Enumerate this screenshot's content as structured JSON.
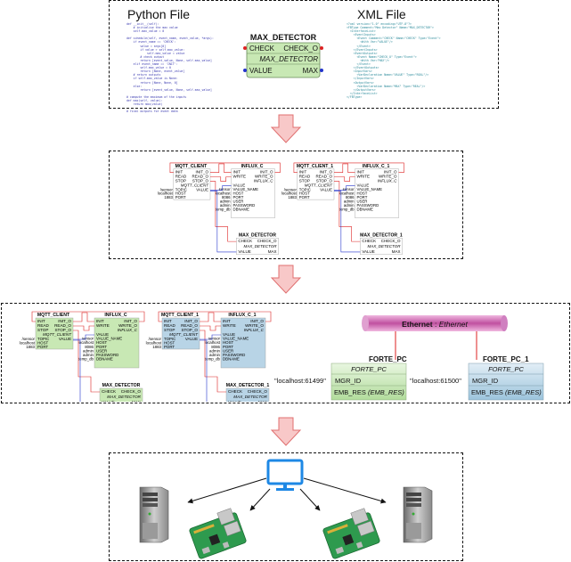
{
  "panel1": {
    "python_title": "Python File",
    "xml_title": "XML File",
    "python_code": [
      "def __init__(self):",
      "    # initialise the max value",
      "    self.max_value = 0",
      "",
      "def schedule(self, event_name, event_value, *args):",
      "    if event_name == 'CHECK':",
      "        value = args[0]",
      "        if value > self.max_value:",
      "            self.max_value = value",
      "        # check output",
      "        return [event_value, None, self.max_value]",
      "    elif event_name == 'INIT':",
      "        self.max_value = 0",
      "        return [None, event_value]",
      "    # return outputs",
      "    if self.max_value is None:",
      "        return [None, None, 0]",
      "    else:",
      "        return [event_value, None, self.max_value]",
      "",
      "# compute the maximum of the inputs",
      "def max(self, value):",
      "    return max(value)",
      "",
      "# final outputs for event data"
    ],
    "xml_code": [
      "<?xml version=\"1.0\" encoding=\"UTF-8\"?>",
      "<FBType Comment=\"Max Detector\" Name=\"MAX_DETECTOR\">",
      "  <InterfaceList>",
      "    <EventInputs>",
      "      <Event Comment=\"CHECK\" Name=\"CHECK\" Type=\"Event\">",
      "        <With Var=\"VALUE\"/>",
      "      </Event>",
      "    </EventInputs>",
      "    <EventOutputs>",
      "      <Event Name=\"CHECK_O\" Type=\"Event\">",
      "        <With Var=\"MAX\"/>",
      "      </Event>",
      "    </EventOutputs>",
      "    <InputVars>",
      "      <VarDeclaration Name=\"VALUE\" Type=\"REAL\"/>",
      "    </InputVars>",
      "    <OutputVars>",
      "      <VarDeclaration Name=\"MAX\" Type=\"REAL\"/>",
      "    </OutputVars>",
      "  </InterfaceList>",
      "</FBType>"
    ],
    "fb": {
      "name": "MAX_DETECTOR",
      "in_event": "CHECK",
      "out_event": "CHECK_O",
      "type_label": "MAX_DETECTOR",
      "in_var": "VALUE",
      "out_var": "MAX"
    }
  },
  "app": {
    "mqtt_client": "MQTT_CLIENT",
    "mqtt_client_1": "MQTT_CLIENT_1",
    "influx_c": "INFLUX_C",
    "influx_c_1": "INFLUX_C_1",
    "max_detector": "MAX_DETECTOR",
    "max_detector_1": "MAX_DETECTOR_1",
    "mqtt_ev_in": [
      "INIT",
      "READ",
      "STOP"
    ],
    "mqtt_ev_out": [
      "INIT_O",
      "READ_O",
      "STOP_O"
    ],
    "mqtt_type": "MQTT_CLIENT",
    "mqtt_var_in": [
      "TOPIC",
      "HOST",
      "PORT"
    ],
    "mqtt_var_out": "VALUE",
    "mqtt_vals": [
      "/sensor",
      "localhost",
      "1883"
    ],
    "influx_ev_in": [
      "INIT",
      "WRITE"
    ],
    "influx_ev_out": [
      "INIT_O",
      "WRITE_O"
    ],
    "influx_type": "INFLUX_C",
    "influx_var_in": [
      "VALUE",
      "VALUE_NAME",
      "HOST",
      "PORT",
      "USER",
      "PASSWORD",
      "DBNAME"
    ],
    "influx_vals": [
      "sensor",
      "localhost",
      "8086",
      "admin",
      "admin",
      "temp_db"
    ],
    "md_ev_in": "CHECK",
    "md_ev_out": "CHECK_O",
    "md_type": "MAX_DETECTOR",
    "md_var_in": "VALUE",
    "md_var_out": "MAX"
  },
  "system": {
    "network_name": "Ethernet",
    "network_type": "Ethernet",
    "devices": [
      {
        "name": "FORTE_PC",
        "type": "FORTE_PC",
        "mgr_label": "MGR_ID",
        "mgr_value": "\"localhost:61499\"",
        "emb": "EMB_RES",
        "emb_type": "(EMB_RES)",
        "color": "#b9e3a6"
      },
      {
        "name": "FORTE_PC_1",
        "type": "FORTE_PC",
        "mgr_label": "MGR_ID",
        "mgr_value": "\"localhost:61500\"",
        "emb": "EMB_RES",
        "emb_type": "(EMB_RES)",
        "color": "#a9cde3"
      }
    ]
  },
  "colors": {
    "arrow_fill": "#f8c8c8",
    "arrow_stroke": "#e07070",
    "event_line": "#d22",
    "data_line": "#23c",
    "green_fb": "#c8e8b4",
    "blue_fb": "#b8d4e6",
    "monitor": "#1e88e5",
    "pipe": "#d070b8"
  },
  "hardware": {
    "icons": [
      "monitor-icon",
      "server-tower-icon",
      "raspberry-pi-icon"
    ]
  }
}
